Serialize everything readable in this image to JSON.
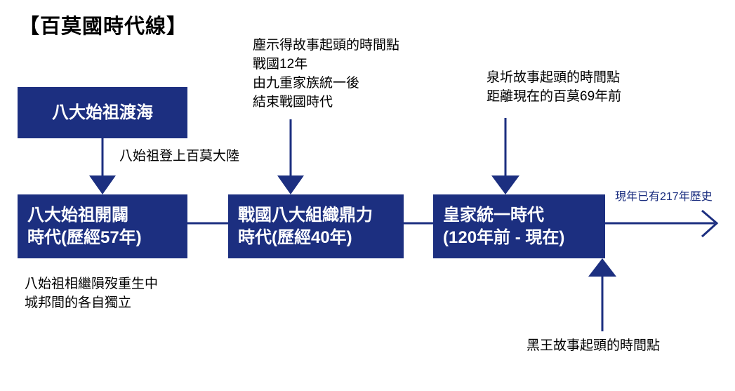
{
  "page": {
    "title": "【百莫國時代線】",
    "accent_color": "#1c2f80",
    "text_color": "#000000",
    "background": "#ffffff"
  },
  "boxes": {
    "origin": {
      "line1": "八大始祖渡海",
      "line2": ""
    },
    "era1": {
      "line1": "八大始祖開闢",
      "line2": "時代(歷經57年)"
    },
    "era2": {
      "line1": "戰國八大組織鼎力",
      "line2": "時代(歷經40年)"
    },
    "era3": {
      "line1": "皇家統一時代",
      "line2": "(120年前 - 現在)"
    }
  },
  "annotations": {
    "chenshi": "塵示得故事起頭的時間點\n戰國12年\n由九重家族統一後\n結束戰國時代",
    "quanqi": "泉圻故事起頭的時間點\n距離現在的百莫69年前",
    "on_land": "八始祖登上百莫大陸",
    "bottom_left": "八始祖相繼隕歿重生中\n城邦間的各自獨立",
    "heiwang": "黑王故事起頭的時間點",
    "history_total": "現年已有217年歷史"
  }
}
